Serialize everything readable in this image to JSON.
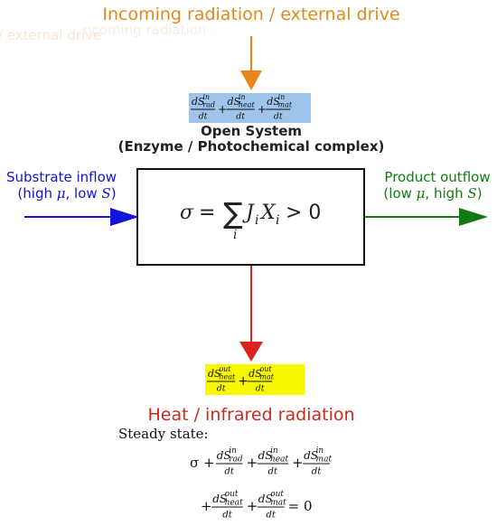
{
  "top": {
    "title": "Incoming radiation / external drive",
    "ghost_text": "/ external drive",
    "ghost_text_2": "ncoming radiation",
    "color": "#e08a1e",
    "arrow_color": "#e8861a"
  },
  "inflow_terms": {
    "highlight_color": "#9ec4ec",
    "terms": [
      {
        "num": "dS",
        "sup": "in",
        "sub": "rad",
        "den": "dt"
      },
      {
        "num": "dS",
        "sup": "in",
        "sub": "heat",
        "den": "dt"
      },
      {
        "num": "dS",
        "sup": "in",
        "sub": "mat",
        "den": "dt"
      }
    ],
    "op": "+"
  },
  "system": {
    "title": "Open System",
    "subtitle": "(Enzyme / Photochemical complex)",
    "equation": {
      "lhs": "σ",
      "eq": "=",
      "sum": "∑",
      "sum_index": "i",
      "J": "J",
      "J_sub": "i",
      "X": "X",
      "X_sub": "i",
      "gt": "> 0"
    }
  },
  "left": {
    "line1": "Substrate inflow",
    "line2_pre": "(high ",
    "mu": "μ",
    "line2_mid": ", low ",
    "S": "S",
    "line2_post": ")",
    "color": "#1414d8"
  },
  "right": {
    "line1": "Product outflow",
    "line2_pre": "(low ",
    "mu": "μ",
    "line2_mid": ", high ",
    "S": "S",
    "line2_post": ")",
    "color": "#137a13"
  },
  "outflow_terms": {
    "highlight_color": "#f7f700",
    "terms": [
      {
        "num": "dS",
        "sup": "out",
        "sub": "heat",
        "den": "dt"
      },
      {
        "num": "dS",
        "sup": "out",
        "sub": "mat",
        "den": "dt"
      }
    ],
    "op": "+"
  },
  "bottom": {
    "title": "Heat / infrared radiation",
    "color": "#cc2a1c",
    "arrow_color": "#dd2020"
  },
  "steady": {
    "label": "Steady state:",
    "line1_start": "σ +",
    "line1_terms": [
      {
        "num": "dS",
        "sup": "in",
        "sub": "rad",
        "den": "dt"
      },
      {
        "num": "dS",
        "sup": "in",
        "sub": "heat",
        "den": "dt"
      },
      {
        "num": "dS",
        "sup": "in",
        "sub": "mat",
        "den": "dt"
      }
    ],
    "line2_start": "+",
    "line2_terms": [
      {
        "num": "dS",
        "sup": "out",
        "sub": "heat",
        "den": "dt"
      },
      {
        "num": "dS",
        "sup": "out",
        "sub": "mat",
        "den": "dt"
      }
    ],
    "line2_end": "= 0",
    "op": "+"
  }
}
